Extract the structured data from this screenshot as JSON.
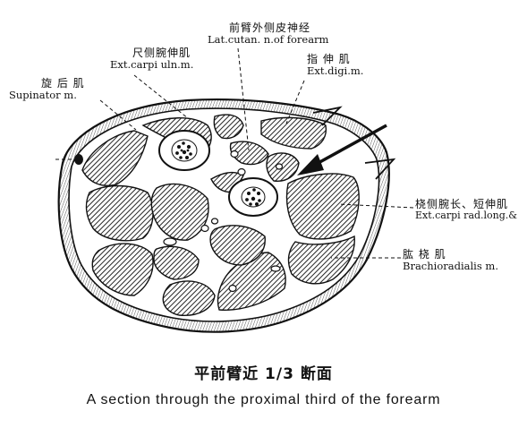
{
  "labels": {
    "supinator": {
      "cn": "旋 后 肌",
      "en": "Supinator m."
    },
    "ext_carpi_uln": {
      "cn": "尺侧腕伸肌",
      "en": "Ext.carpi uln.m."
    },
    "lat_cutan": {
      "cn": "前臂外侧皮神经",
      "en": "Lat.cutan. n.of forearm"
    },
    "ext_digi": {
      "cn": "指 伸 肌",
      "en": "Ext.digi.m."
    },
    "ext_carpi_rad": {
      "cn": "桡侧腕长、短伸肌",
      "en": "Ext.carpi rad.long.&"
    },
    "brachioradialis": {
      "cn": "肱 桡 肌",
      "en": "Brachioradialis m."
    }
  },
  "caption": {
    "cn": "平前臂近 1/3 断面",
    "en": "A section through the proximal third of the forearm"
  }
}
